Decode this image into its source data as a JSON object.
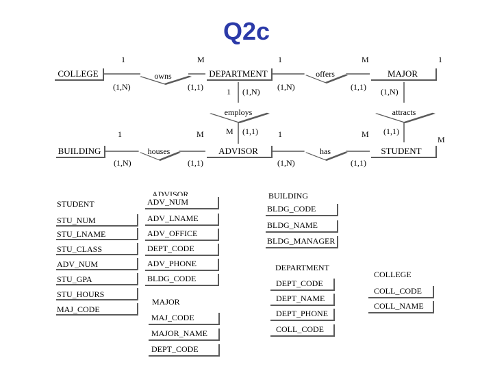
{
  "title": "Q2c",
  "colors": {
    "title": "#2b3aa8",
    "shape_fill": "#5a5a5a",
    "line": "#000000",
    "background": "#ffffff"
  },
  "entities": {
    "college": "COLLEGE",
    "department": "DEPARTMENT",
    "major": "MAJOR",
    "building": "BUILDING",
    "advisor": "ADVISOR",
    "student": "STUDENT"
  },
  "relationships": {
    "owns": "owns",
    "offers": "offers",
    "employs": "employs",
    "attracts": "attracts",
    "houses": "houses",
    "has": "has"
  },
  "cardinalities": {
    "c_one_1": "1",
    "c_m_1": "M",
    "c_one_2": "1",
    "c_m_2": "M",
    "c_one_3": "1",
    "c_college_owns": "(1,N)",
    "c_dept_owns": "(1,1)",
    "c_dept_one": "1",
    "c_dept_1n": "(1,N)",
    "c_offers_dept": "(1,N)",
    "c_offers_major": "(1,1)",
    "c_major_1n": "(1,N)",
    "c_bld_one": "1",
    "c_houses_m": "M",
    "c_adv_m": "M",
    "c_adv_11": "(1,1)",
    "c_adv_one": "1",
    "c_has_m": "M",
    "c_stu_11": "(1,1)",
    "c_stu_m": "M",
    "c_bld_1n": "(1,N)",
    "c_houses_11": "(1,1)",
    "c_has_1n": "(1,N)",
    "c_has_11": "(1,1)"
  },
  "tables": {
    "student": {
      "title": "STUDENT",
      "attrs": [
        "STU_NUM",
        "STU_LNAME",
        "STU_CLASS",
        "ADV_NUM",
        "STU_GPA",
        "STU_HOURS",
        "MAJ_CODE"
      ]
    },
    "advisor": {
      "title": "ADVISOR",
      "attrs": [
        "ADV_NUM",
        "ADV_LNAME",
        "ADV_OFFICE",
        "DEPT_CODE",
        "ADV_PHONE",
        "BLDG_CODE"
      ]
    },
    "major": {
      "title": "MAJOR",
      "attrs": [
        "MAJ_CODE",
        "MAJOR_NAME",
        "DEPT_CODE"
      ]
    },
    "building": {
      "title": "BUILDING",
      "attrs": [
        "BLDG_CODE",
        "BLDG_NAME",
        "BLDG_MANAGER"
      ]
    },
    "department": {
      "title": "DEPARTMENT",
      "attrs": [
        "DEPT_CODE",
        "DEPT_NAME",
        "DEPT_PHONE",
        "COLL_CODE"
      ]
    },
    "college": {
      "title": "COLLEGE",
      "attrs": [
        "COLL_CODE",
        "COLL_NAME"
      ]
    }
  }
}
